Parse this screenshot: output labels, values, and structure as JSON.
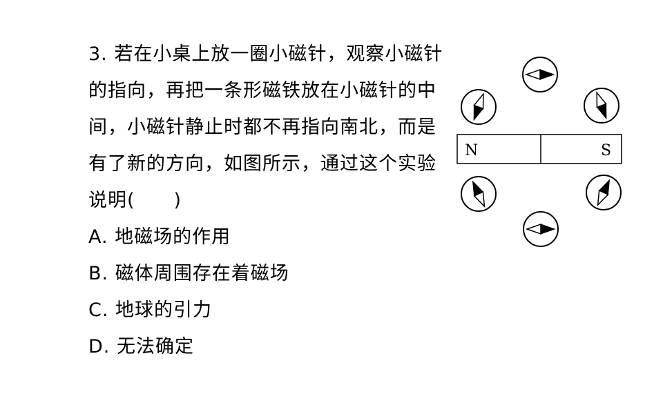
{
  "question": {
    "lines": [
      "3. 若在小桌上放一圈小磁针，观察小磁针",
      "的指向，再把一条形磁铁放在小磁针的中",
      "间，小磁针静止时都不再指向南北，而是",
      "有了新的方向，如图所示，通过这个实验",
      "说明(　　)"
    ]
  },
  "options": [
    {
      "letter": "A.",
      "text": "地磁场的作用"
    },
    {
      "letter": "B.",
      "text": "磁体周围存在着磁场"
    },
    {
      "letter": "C.",
      "text": "地球的引力"
    },
    {
      "letter": "D.",
      "text": "无法确定"
    }
  ],
  "figure": {
    "magnet_north_label": "N",
    "magnet_south_label": "S"
  }
}
